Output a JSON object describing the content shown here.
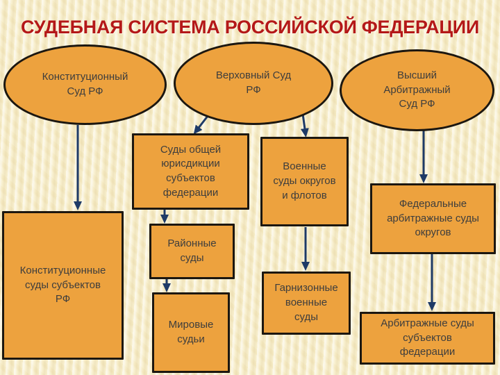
{
  "title": "СУДЕБНАЯ СИСТЕМА РОССИЙСКОЙ ФЕДЕРАЦИИ",
  "colors": {
    "node_fill": "#eda23e",
    "node_border": "#1c1710",
    "arrow": "#1e3a66",
    "title_text": "#b41818",
    "background": "#f6ecc6",
    "node_text": "#3d3d3d"
  },
  "nodes": {
    "constitutional_court": "Конституционный\nСуд РФ",
    "supreme_court": "Верховный Суд\nРФ",
    "higher_arbitration_court": "Высший\nАрбитражный\nСуд РФ",
    "general_jurisdiction_courts": "Суды общей\nюрисдикции\nсубъектов\nфедерации",
    "military_district_courts": "Военные\nсуды округов\nи флотов",
    "federal_arbitration_courts": "Федеральные\nарбитражные суды\nокругов",
    "constitutional_courts_of_subjects": "Конституционные\nсуды субъектов\nРФ",
    "district_courts": "Районные\nсуды",
    "magistrate_judges": "Мировые\nсудьи",
    "garrison_military_courts": "Гарнизонные\nвоенные\nсуды",
    "arbitration_courts_of_subjects": "Арбитражные суды\nсубъектов\nфедерации"
  }
}
